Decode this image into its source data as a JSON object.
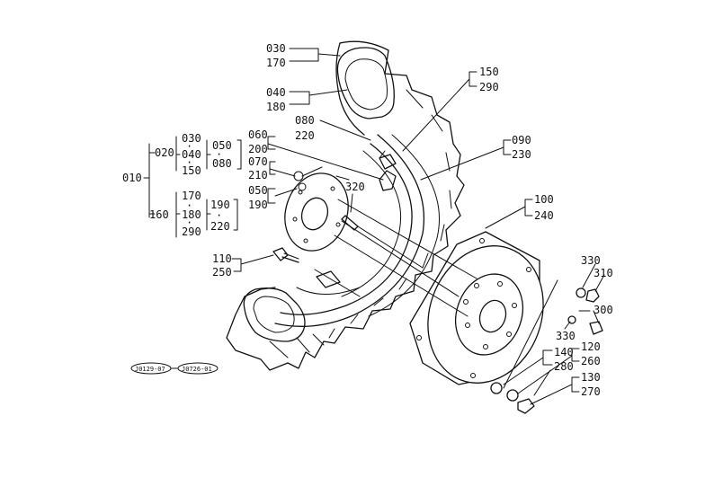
{
  "labels": {
    "p030": "030",
    "p170": "170",
    "p040": "040",
    "p180": "180",
    "p150": "150",
    "p290": "290",
    "p080": "080",
    "p220": "220",
    "p060": "060",
    "p200": "200",
    "p090": "090",
    "p230": "230",
    "p070": "070",
    "p210": "210",
    "p320": "320",
    "p050": "050",
    "p190": "190",
    "p100": "100",
    "p240": "240",
    "p110": "110",
    "p250": "250",
    "p330a": "330",
    "p310": "310",
    "p300": "300",
    "p330b": "330",
    "p140": "140",
    "p280": "280",
    "p120": "120",
    "p260": "260",
    "p130": "130",
    "p270": "270"
  },
  "group_tree": {
    "root": "010",
    "g1": "020",
    "g1_items": [
      "030",
      "040",
      "150"
    ],
    "g1_sub": [
      "050",
      "080"
    ],
    "g2": "160",
    "g2_items": [
      "170",
      "180",
      "290"
    ],
    "g2_sub": [
      "190",
      "220"
    ]
  },
  "refs": {
    "ref1": "J0129-07",
    "ref2": "J0726-01"
  }
}
